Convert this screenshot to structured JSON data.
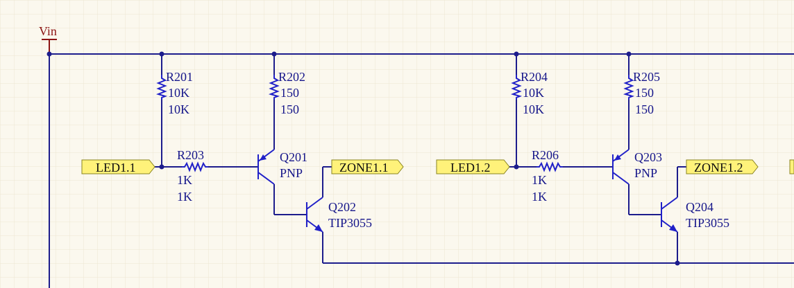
{
  "power": {
    "name": "Vin"
  },
  "ports": {
    "led1": "LED1.1",
    "zone1": "ZONE1.1",
    "led2": "LED1.2",
    "zone2": "ZONE1.2"
  },
  "resistors": [
    {
      "ref": "R201",
      "value": "10K",
      "comment": "10K"
    },
    {
      "ref": "R202",
      "value": "150",
      "comment": "150"
    },
    {
      "ref": "R203",
      "value": "1K",
      "comment": "1K"
    },
    {
      "ref": "R204",
      "value": "10K",
      "comment": "10K"
    },
    {
      "ref": "R205",
      "value": "150",
      "comment": "150"
    },
    {
      "ref": "R206",
      "value": "1K",
      "comment": "1K"
    }
  ],
  "transistors": [
    {
      "ref": "Q201",
      "part": "PNP"
    },
    {
      "ref": "Q202",
      "part": "TIP3055"
    },
    {
      "ref": "Q203",
      "part": "PNP"
    },
    {
      "ref": "Q204",
      "part": "TIP3055"
    }
  ],
  "colors": {
    "background": "#fbf8ee",
    "grid": "#ece6d2",
    "wire": "#1c1c8c",
    "component": "#2020c8",
    "power": "#8c1414",
    "port_fill": "#fff27a"
  }
}
